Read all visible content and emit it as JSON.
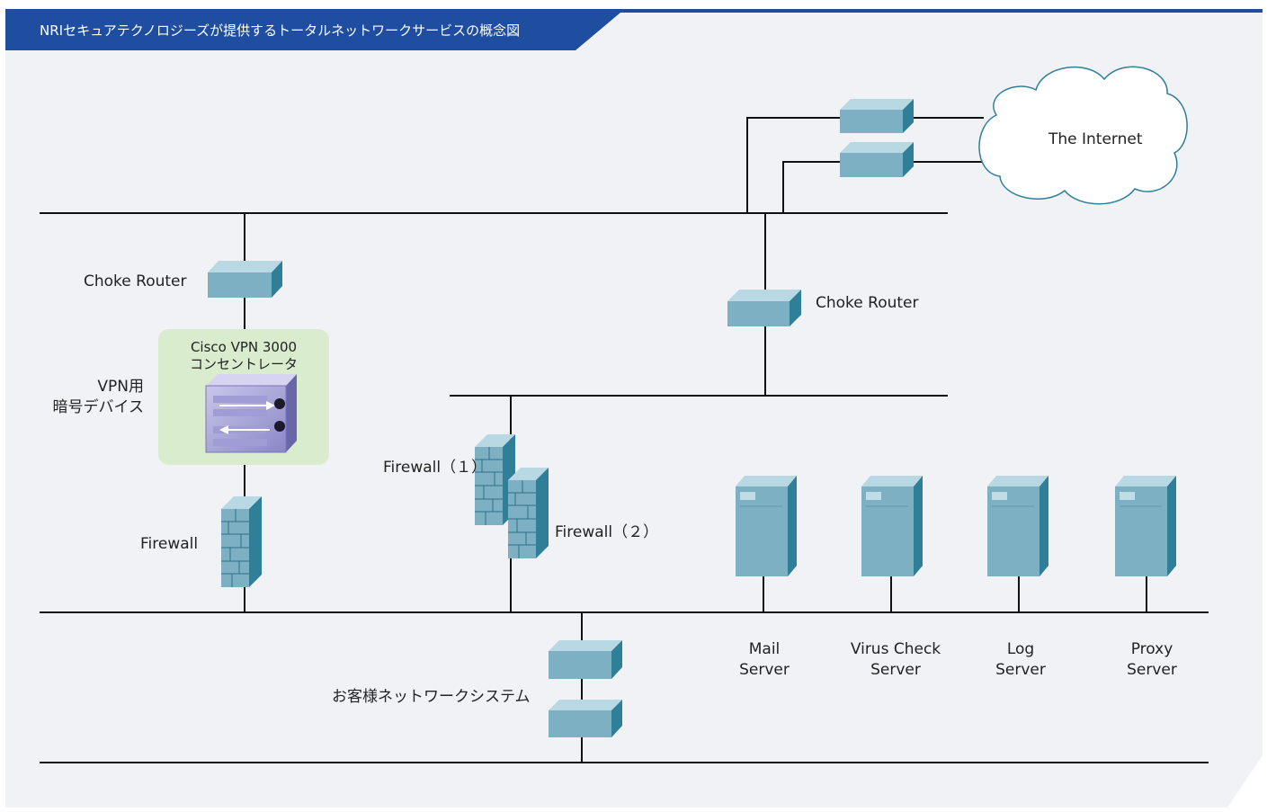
{
  "title": "NRIセキュアテクノロジーズが提供するトータルネットワークサービスの概念図",
  "colors": {
    "header": "#1f4da0",
    "panel": "#f0f2f5",
    "device_front": "#7eb0c4",
    "device_top": "#b8d8e3",
    "device_side": "#2f7f98",
    "vpn_box": "#d9edce",
    "line": "#111111"
  },
  "labels": {
    "internet": "The Internet",
    "choke_router_left": "Choke Router",
    "choke_router_right": "Choke Router",
    "vpn_box_line1": "Cisco VPN 3000",
    "vpn_box_line2": "コンセントレータ",
    "vpn_device_line1": "VPN用",
    "vpn_device_line2": "暗号デバイス",
    "firewall_left": "Firewall",
    "firewall_1": "Firewall（１）",
    "firewall_2": "Firewall（２）",
    "customer_network": "お客様ネットワークシステム"
  },
  "servers": [
    {
      "name_line1": "Mail",
      "name_line2": "Server"
    },
    {
      "name_line1": "Virus Check",
      "name_line2": "Server"
    },
    {
      "name_line1": "Log",
      "name_line2": "Server"
    },
    {
      "name_line1": "Proxy",
      "name_line2": "Server"
    }
  ]
}
